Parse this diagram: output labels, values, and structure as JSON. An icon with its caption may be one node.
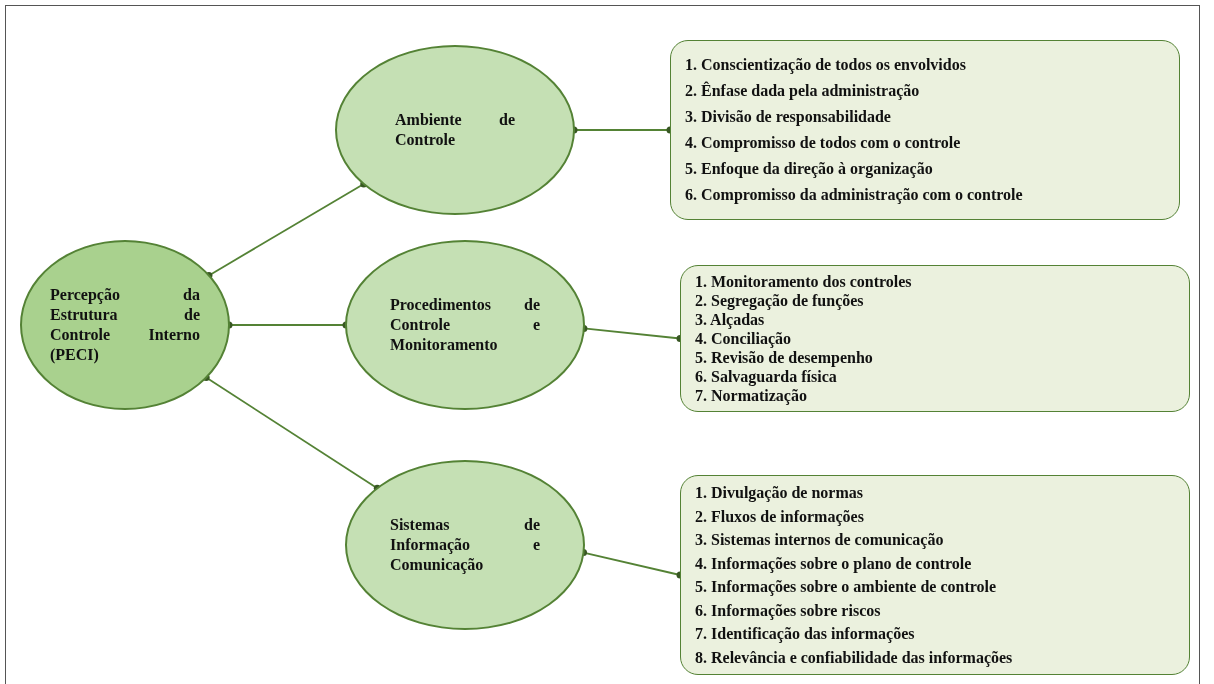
{
  "diagram": {
    "nodes": [
      {
        "text": [
          "Percepção da Estrutura de Controle Interno (PECI)"
        ]
      },
      {
        "text": [
          "Ambiente de Controle"
        ]
      },
      {
        "text": [
          "1. Conscientização de todos os envolvidos",
          "2. Ênfase dada pela administração",
          "3. Divisão de responsabilidade",
          "4. Compromisso de todos com o controle",
          "5. Enfoque da direção à organização",
          "6. Compromisso da administração com o controle"
        ]
      },
      {
        "text": [
          "Procedimentos de Controle e Monitoramento"
        ]
      },
      {
        "text": [
          "1. Monitoramento dos controles",
          "2. Segregação de funções",
          "3. Alçadas",
          "4. Conciliação",
          "5. Revisão de desempenho",
          "6. Salvaguarda física",
          "7. Normatização"
        ]
      },
      {
        "text": [
          "Sistemas de Informação e Comunicação"
        ]
      },
      {
        "text": [
          "1. Divulgação de normas",
          "2. Fluxos de informações",
          "3. Sistemas internos de comunicação",
          "4. Informações sobre o plano de controle",
          "5. Informações sobre o ambiente de controle",
          "6. Informações sobre riscos",
          "7. Identificação das informações",
          "8. Relevância e confiabilidade das informações"
        ]
      }
    ],
    "edges": [
      {
        "from": 0,
        "to": 1,
        "arrow": "other"
      },
      {
        "from": 0,
        "to": 3,
        "arrow": "other"
      },
      {
        "from": 0,
        "to": 5,
        "arrow": "other"
      },
      {
        "from": 1,
        "to": 2,
        "arrow": "other"
      },
      {
        "from": 3,
        "to": 4,
        "arrow": "other"
      },
      {
        "from": 5,
        "to": 6,
        "arrow": "other"
      }
    ]
  }
}
